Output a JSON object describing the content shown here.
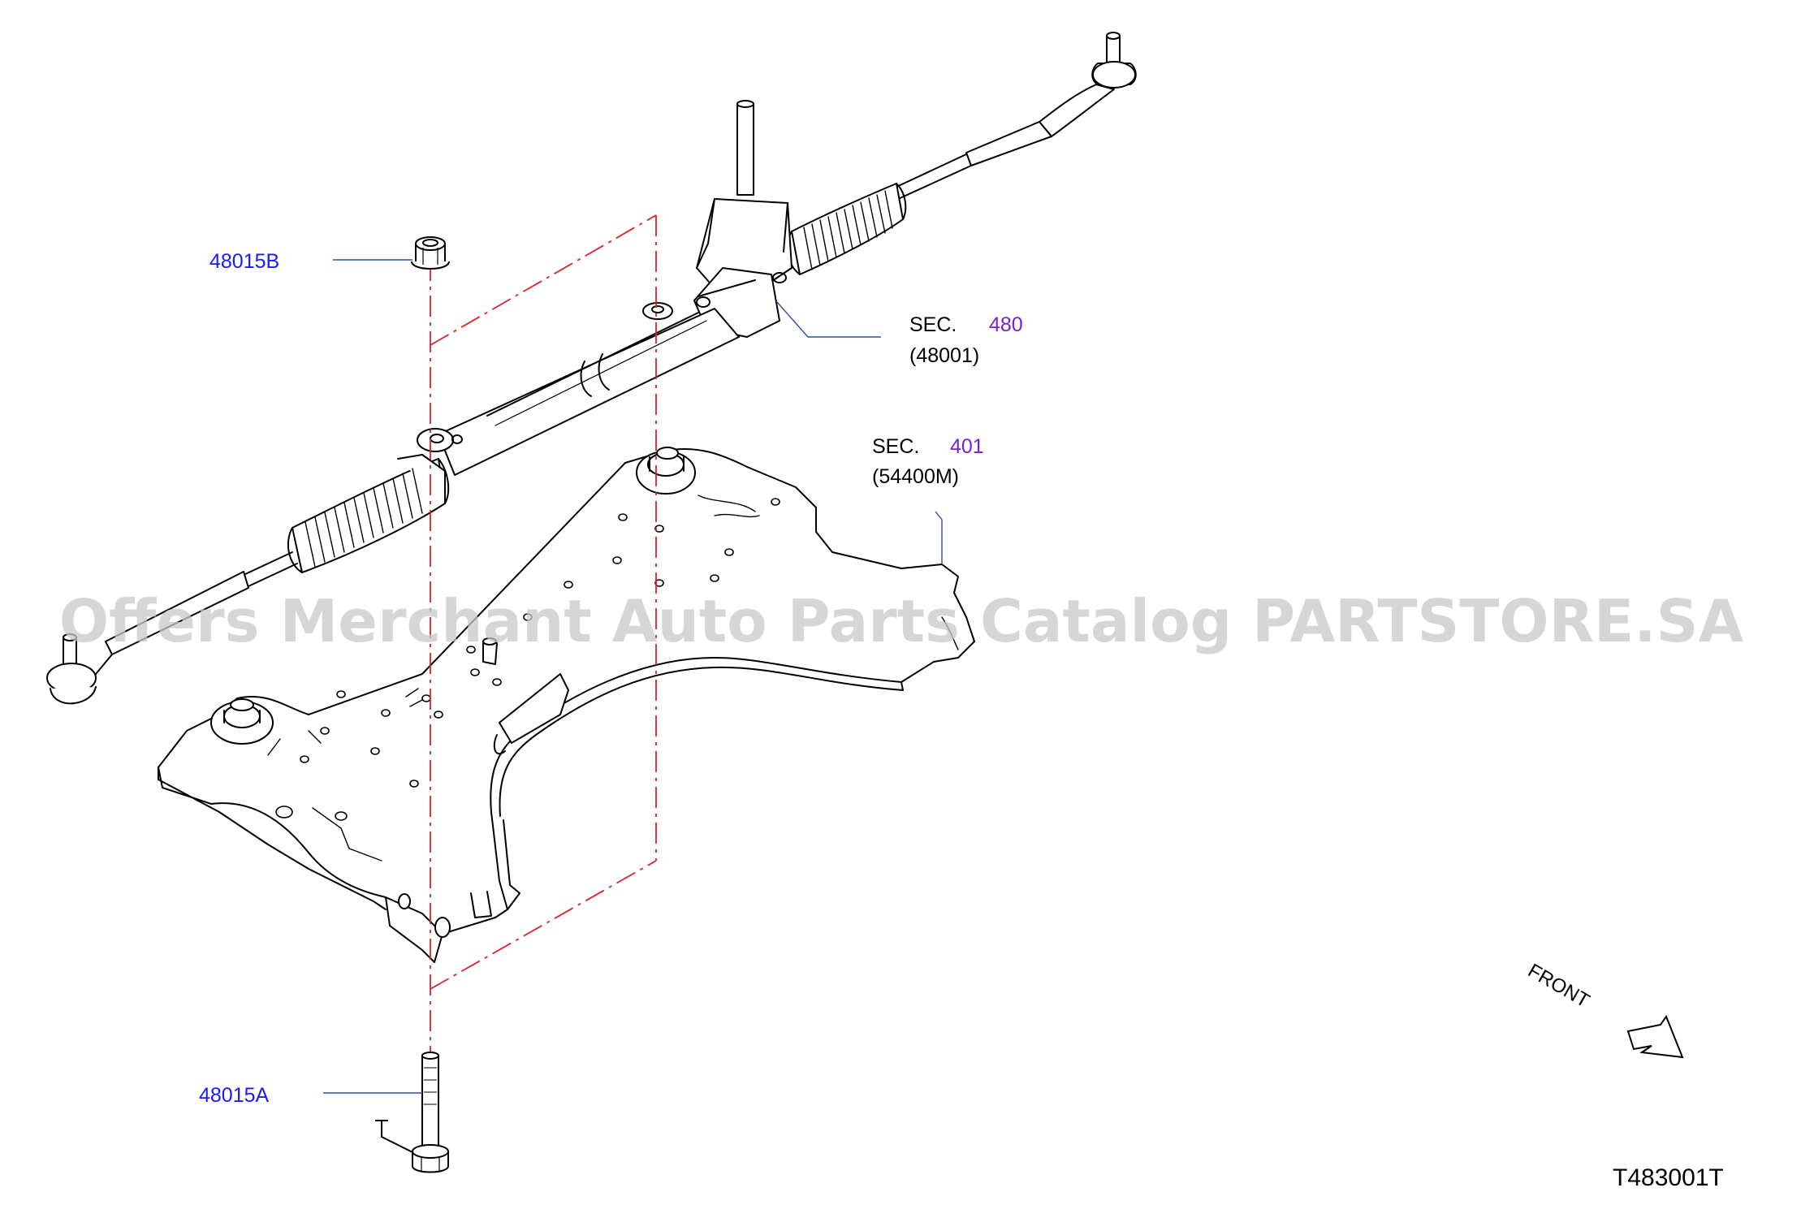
{
  "callouts": {
    "part_48015B": "48015B",
    "part_48015A": "48015A",
    "sec_480_prefix": "SEC.",
    "sec_480_number": "480",
    "sec_480_code": "(48001)",
    "sec_401_prefix": "SEC.",
    "sec_401_number": "401",
    "sec_401_code": "(54400M)"
  },
  "front_label": "FRONT",
  "diagram_code": "T483001T",
  "watermark": "Offers Merchant Auto Parts Catalog PARTSTORE.SA",
  "colors": {
    "line": "#000000",
    "part_number": "#1a1aff",
    "section_number": "#7a1fd6",
    "leader": "#2b4fa8",
    "phantom": "#e0202a",
    "watermark": "#c8c8c8"
  }
}
